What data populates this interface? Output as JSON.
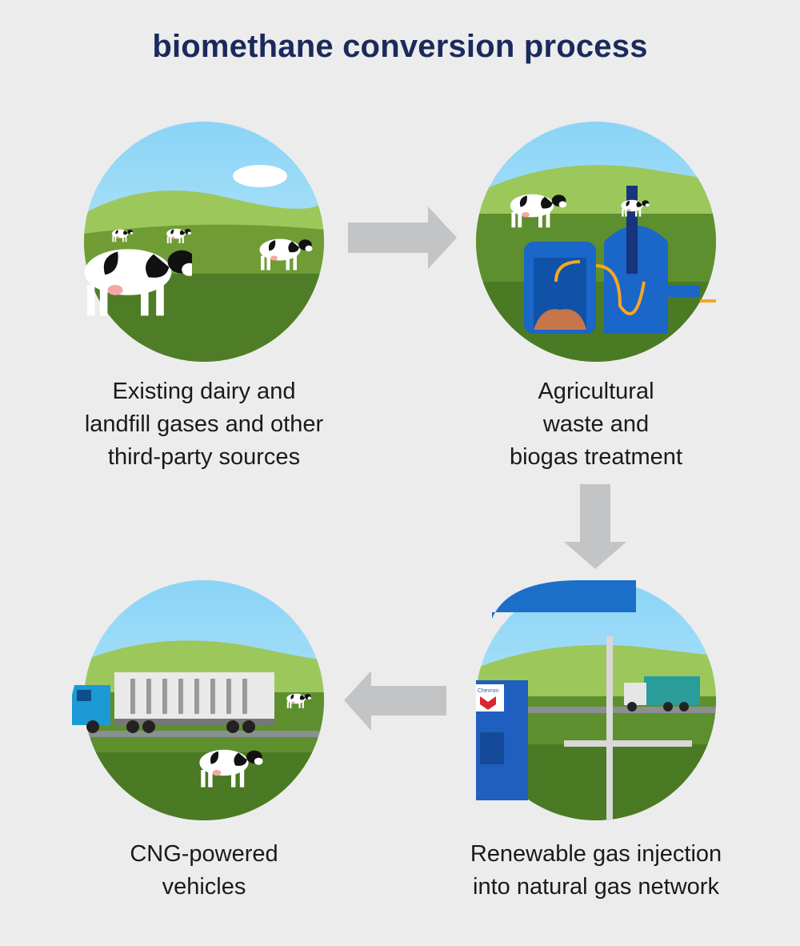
{
  "title": "biomethane conversion process",
  "steps": [
    {
      "lines": [
        "Existing dairy and",
        "landfill gases and other",
        "third-party sources"
      ]
    },
    {
      "lines": [
        "Agricultural",
        "waste and",
        "biogas treatment"
      ]
    },
    {
      "lines": [
        "Renewable gas injection",
        "into natural gas network"
      ]
    },
    {
      "lines": [
        "CNG-powered",
        "vehicles"
      ]
    }
  ],
  "logo_text": "Chevron",
  "colors": {
    "title": "#1b2a5c",
    "arrow": "#c3c4c5",
    "sky": "#8fd3f4",
    "grass": "#5e8f2e",
    "digester": "#1a66c9",
    "flow": "#f5a623"
  }
}
